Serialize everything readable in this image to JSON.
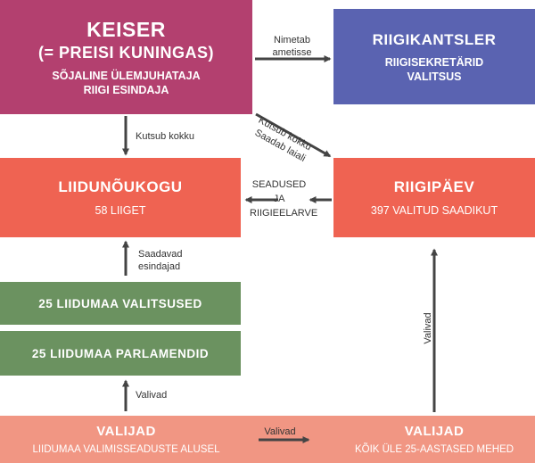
{
  "colors": {
    "keiser": "#b3406f",
    "riigikantsler": "#5a63b1",
    "liidunoukogu": "#ef6352",
    "riigipaev": "#ef6352",
    "liidumaa": "#6b9260",
    "valijad": "#f19683",
    "arrow": "#444444"
  },
  "keiser": {
    "title": "KEISER",
    "title2": "(= PREISI KUNINGAS)",
    "sub1": "SÕJALINE ÜLEMJUHATAJA",
    "sub2": "RIIGI ESINDAJA"
  },
  "riigikantsler": {
    "title": "RIIGIKANTSLER",
    "sub1": "RIIGISEKRETÄRID",
    "sub2": "VALITSUS"
  },
  "liidunoukogu": {
    "title": "LIIDUNÕUKOGU",
    "sub": "58 LIIGET"
  },
  "riigipaev": {
    "title": "RIIGIPÄEV",
    "sub": "397 VALITUD SAADIKUT"
  },
  "liidumaa_valitsused": {
    "title": "25 LIIDUMAA VALITSUSED"
  },
  "liidumaa_parlamendid": {
    "title": "25 LIIDUMAA PARLAMENDID"
  },
  "valijad_left": {
    "title": "VALIJAD",
    "sub": "LIIDUMAA VALIMISSEADUSTE ALUSEL"
  },
  "valijad_right": {
    "title": "VALIJAD",
    "sub": "KÕIK ÜLE 25-AASTASED MEHED"
  },
  "labels": {
    "nimetab1": "Nimetab",
    "nimetab2": "ametisse",
    "kutsub_kokku_diag": "Kutsub kokku",
    "saadab_laiali": "Saadab laiali",
    "kutsub_kokku_down": "Kutsub kokku",
    "seadused": "SEADUSED",
    "ja": "JA",
    "riigieelarve": "RIIGIEELARVE",
    "saadavad": "Saadavad",
    "esindajad": "esindajad",
    "valivad_left": "Valivad",
    "valivad_bottom": "Valivad",
    "valivad_right": "Valivad"
  }
}
